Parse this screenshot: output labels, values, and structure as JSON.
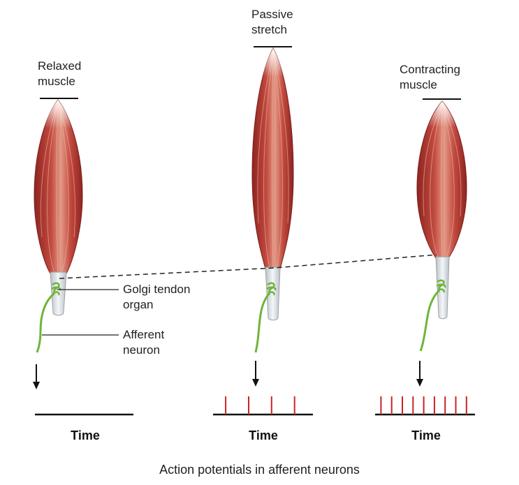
{
  "panels": [
    {
      "state_label": [
        "Relaxed",
        "muscle"
      ],
      "x_axis_label": "Time",
      "action_potential_count": 0
    },
    {
      "state_label": [
        "Passive",
        "stretch"
      ],
      "x_axis_label": "Time",
      "action_potential_count": 4
    },
    {
      "state_label": [
        "Contracting",
        "muscle"
      ],
      "x_axis_label": "Time",
      "action_potential_count": 9
    }
  ],
  "callouts": {
    "golgi": [
      "Golgi tendon",
      "organ"
    ],
    "afferent": [
      "Afferent",
      "neuron"
    ]
  },
  "caption": "Action potentials in afferent neurons",
  "colors": {
    "muscle_dark": "#a8302c",
    "muscle_light": "#e39a87",
    "tendon": "#dfe4e8",
    "neuron": "#6fb43a",
    "spike": "#cc2222",
    "axis": "#111111"
  }
}
